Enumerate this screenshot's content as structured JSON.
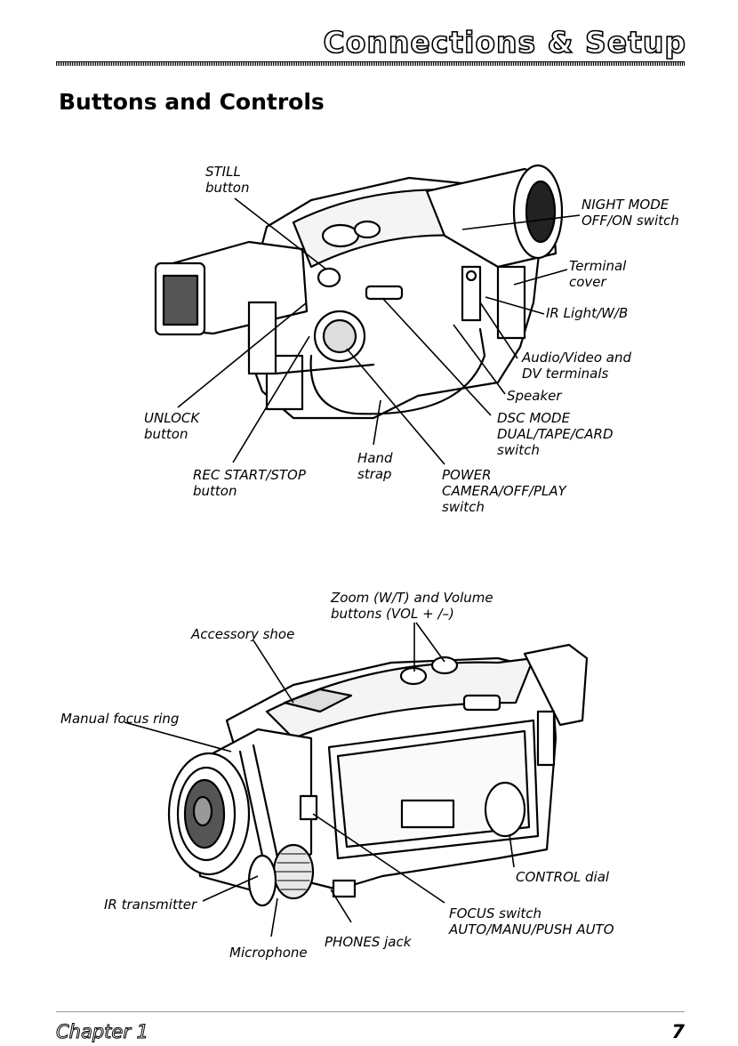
{
  "header": {
    "title": "Connections & Setup"
  },
  "section": {
    "title": "Buttons and Controls"
  },
  "figure1": {
    "labels": {
      "still": [
        "STILL",
        "button"
      ],
      "night": [
        "NIGHT MODE",
        "OFF/ON switch"
      ],
      "terminal": [
        "Terminal",
        "cover"
      ],
      "ir_light": [
        "IR Light/W/B"
      ],
      "av": [
        "Audio/Video and",
        "DV terminals"
      ],
      "speaker": [
        "Speaker"
      ],
      "unlock": [
        "UNLOCK",
        "button"
      ],
      "dsc": [
        "DSC MODE",
        "DUAL/TAPE/CARD",
        "switch"
      ],
      "hand": [
        "Hand",
        "strap"
      ],
      "rec": [
        "REC START/STOP",
        "button"
      ],
      "power": [
        "POWER",
        "CAMERA/OFF/PLAY",
        "switch"
      ]
    }
  },
  "figure2": {
    "labels": {
      "zoom": [
        "Zoom (W/T) and Volume",
        "buttons (VOL + /–)"
      ],
      "shoe": [
        "Accessory shoe"
      ],
      "focus_ring": [
        "Manual focus ring"
      ],
      "control": [
        "CONTROL dial"
      ],
      "ir_tx": [
        "IR transmitter"
      ],
      "focus_sw": [
        "FOCUS switch",
        "AUTO/MANU/PUSH AUTO"
      ],
      "phones": [
        "PHONES jack"
      ],
      "mic": [
        "Microphone"
      ]
    }
  },
  "footer": {
    "chapter": "Chapter 1",
    "page": "7"
  }
}
